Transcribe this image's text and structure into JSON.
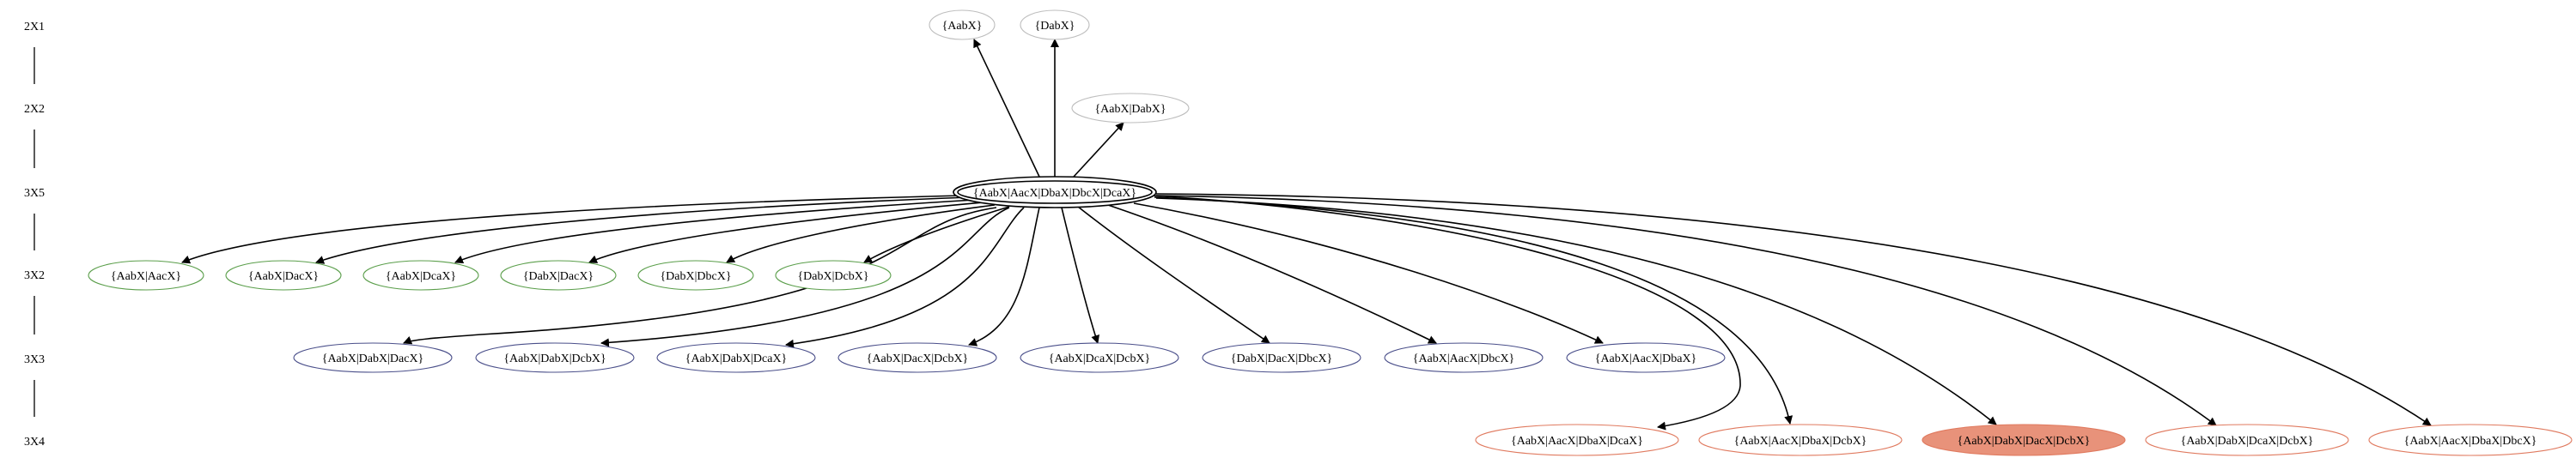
{
  "diagram": {
    "ranks": [
      "2X1",
      "2X2",
      "3X5",
      "3X2",
      "3X3",
      "3X4"
    ],
    "colors": {
      "gray": "#bdbdbd",
      "green": "#5a9e4a",
      "blue": "#4a4f8a",
      "orange": "#e07a5f",
      "fill": "#e8927a",
      "edge": "#000000"
    },
    "root": {
      "id": "root",
      "label": "{AabX|AacX|DbaX|DbcX|DcaX}"
    },
    "nodes": [
      {
        "id": "n21a",
        "label": "{AabX}",
        "color": "gray"
      },
      {
        "id": "n21b",
        "label": "{DabX}",
        "color": "gray"
      },
      {
        "id": "n22a",
        "label": "{AabX|DabX}",
        "color": "gray"
      },
      {
        "id": "n32a",
        "label": "{AabX|AacX}",
        "color": "green"
      },
      {
        "id": "n32b",
        "label": "{AabX|DacX}",
        "color": "green"
      },
      {
        "id": "n32c",
        "label": "{AabX|DcaX}",
        "color": "green"
      },
      {
        "id": "n32d",
        "label": "{DabX|DacX}",
        "color": "green"
      },
      {
        "id": "n32e",
        "label": "{DabX|DbcX}",
        "color": "green"
      },
      {
        "id": "n32f",
        "label": "{DabX|DcbX}",
        "color": "green"
      },
      {
        "id": "n33a",
        "label": "{AabX|DabX|DacX}",
        "color": "blue"
      },
      {
        "id": "n33b",
        "label": "{AabX|DabX|DcbX}",
        "color": "blue"
      },
      {
        "id": "n33c",
        "label": "{AabX|DabX|DcaX}",
        "color": "blue"
      },
      {
        "id": "n33d",
        "label": "{AabX|DacX|DcbX}",
        "color": "blue"
      },
      {
        "id": "n33e",
        "label": "{AabX|DcaX|DcbX}",
        "color": "blue"
      },
      {
        "id": "n33f",
        "label": "{DabX|DacX|DbcX}",
        "color": "blue"
      },
      {
        "id": "n33g",
        "label": "{AabX|AacX|DbcX}",
        "color": "blue"
      },
      {
        "id": "n33h",
        "label": "{AabX|AacX|DbaX}",
        "color": "blue"
      },
      {
        "id": "n34a",
        "label": "{AabX|AacX|DbaX|DcaX}",
        "color": "orange"
      },
      {
        "id": "n34b",
        "label": "{AabX|AacX|DbaX|DcbX}",
        "color": "orange"
      },
      {
        "id": "n34c",
        "label": "{AabX|DabX|DacX|DcbX}",
        "color": "orange",
        "filled": true
      },
      {
        "id": "n34d",
        "label": "{AabX|DabX|DcaX|DcbX}",
        "color": "orange"
      },
      {
        "id": "n34e",
        "label": "{AabX|AacX|DbaX|DbcX}",
        "color": "orange"
      }
    ],
    "edges": [
      {
        "from": "root",
        "to": "n21a"
      },
      {
        "from": "root",
        "to": "n21b"
      },
      {
        "from": "root",
        "to": "n22a"
      },
      {
        "from": "root",
        "to": "n32a"
      },
      {
        "from": "root",
        "to": "n32b"
      },
      {
        "from": "root",
        "to": "n32c"
      },
      {
        "from": "root",
        "to": "n32d"
      },
      {
        "from": "root",
        "to": "n32e"
      },
      {
        "from": "root",
        "to": "n32f"
      },
      {
        "from": "root",
        "to": "n33a"
      },
      {
        "from": "root",
        "to": "n33b"
      },
      {
        "from": "root",
        "to": "n33c"
      },
      {
        "from": "root",
        "to": "n33d"
      },
      {
        "from": "root",
        "to": "n33e"
      },
      {
        "from": "root",
        "to": "n33f"
      },
      {
        "from": "root",
        "to": "n33g"
      },
      {
        "from": "root",
        "to": "n33h"
      },
      {
        "from": "root",
        "to": "n34a"
      },
      {
        "from": "root",
        "to": "n34b"
      },
      {
        "from": "root",
        "to": "n34c"
      },
      {
        "from": "root",
        "to": "n34d"
      },
      {
        "from": "root",
        "to": "n34e"
      }
    ]
  }
}
